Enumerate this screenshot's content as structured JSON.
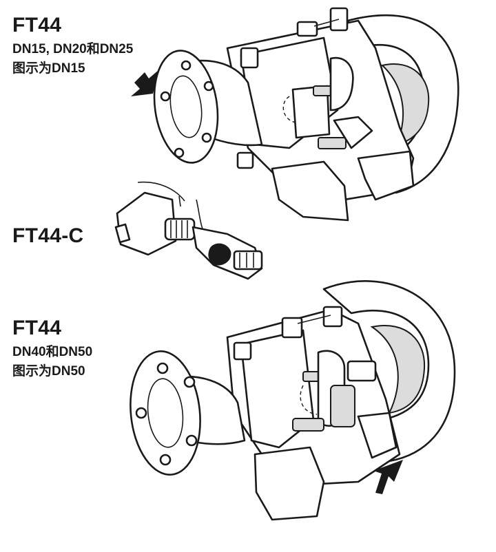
{
  "top": {
    "model": "FT44",
    "sizes": "DN15, DN20和DN25",
    "shown": "图示为DN15"
  },
  "middle": {
    "model": "FT44-C"
  },
  "bottom": {
    "model": "FT44",
    "sizes": "DN40和DN50",
    "shown": "图示为DN50"
  },
  "colors": {
    "line": "#1a1a1a",
    "fill": "#ffffff",
    "shade": "#dcdcdc"
  }
}
